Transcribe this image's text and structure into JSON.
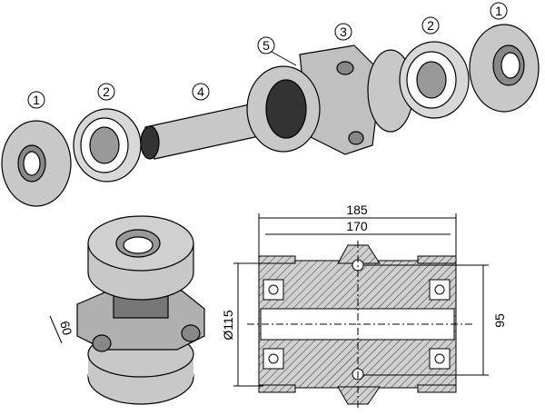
{
  "callouts": [
    "1",
    "2",
    "4",
    "5",
    "3",
    "2",
    "1"
  ],
  "dimensions": {
    "overall_length": "185",
    "inner_length": "170",
    "diameter": "Ø115",
    "bolt_spacing": "95",
    "flange_width": "60"
  },
  "colors": {
    "part_fill": "#c8c8c8",
    "shadow": "#8a8a8a",
    "line": "#000000"
  }
}
